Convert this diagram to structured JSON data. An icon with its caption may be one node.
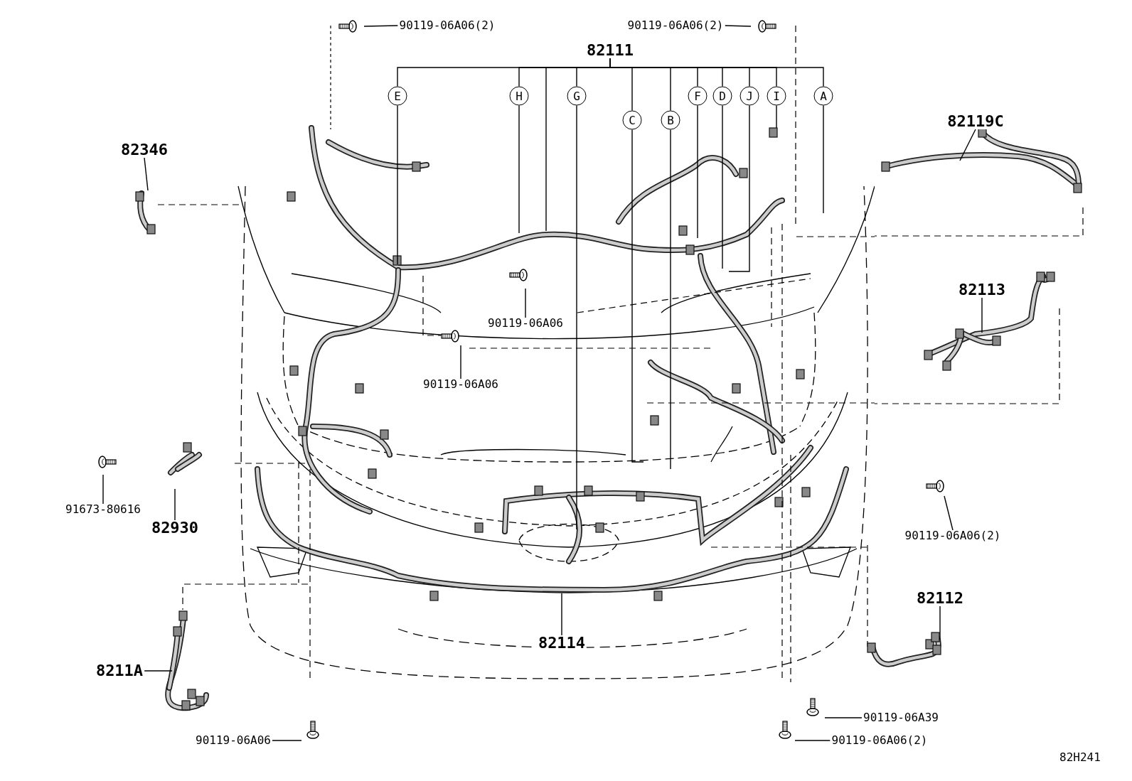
{
  "diagram": {
    "nodes": [
      {
        "text": [
          "82111"
        ]
      },
      {
        "text": [
          "E"
        ]
      },
      {
        "text": [
          "H"
        ]
      },
      {
        "text": [
          "G"
        ]
      },
      {
        "text": [
          "C"
        ]
      },
      {
        "text": [
          "B"
        ]
      },
      {
        "text": [
          "F"
        ]
      },
      {
        "text": [
          "D"
        ]
      },
      {
        "text": [
          "J"
        ]
      },
      {
        "text": [
          "I"
        ]
      },
      {
        "text": [
          "A"
        ]
      },
      {
        "text": [
          "82346"
        ]
      },
      {
        "text": [
          "82119C"
        ]
      },
      {
        "text": [
          "82113"
        ]
      },
      {
        "text": [
          "90119-06A06(2)"
        ]
      },
      {
        "text": [
          "90119-06A06(2)"
        ]
      },
      {
        "text": [
          "90119-06A06"
        ]
      },
      {
        "text": [
          "90119-06A06"
        ]
      },
      {
        "text": [
          "91673-80616"
        ]
      },
      {
        "text": [
          "82930"
        ]
      },
      {
        "text": [
          "8211A"
        ]
      },
      {
        "text": [
          "82114"
        ]
      },
      {
        "text": [
          "82112"
        ]
      },
      {
        "text": [
          "90119-06A06(2)"
        ]
      },
      {
        "text": [
          "90119-06A39"
        ]
      },
      {
        "text": [
          "90119-06A06(2)"
        ]
      },
      {
        "text": [
          "90119-06A06"
        ]
      }
    ],
    "edges": [
      {
        "from": 0,
        "to": 1,
        "arrow": "none"
      },
      {
        "from": 0,
        "to": 2,
        "arrow": "none"
      },
      {
        "from": 0,
        "to": 3,
        "arrow": "none"
      },
      {
        "from": 0,
        "to": 4,
        "arrow": "none"
      },
      {
        "from": 0,
        "to": 5,
        "arrow": "none"
      },
      {
        "from": 0,
        "to": 6,
        "arrow": "none"
      },
      {
        "from": 0,
        "to": 7,
        "arrow": "none"
      },
      {
        "from": 0,
        "to": 8,
        "arrow": "none"
      },
      {
        "from": 0,
        "to": 9,
        "arrow": "none"
      },
      {
        "from": 0,
        "to": 10,
        "arrow": "none"
      },
      {
        "from": 0,
        "to": null,
        "arrow": "none"
      },
      {
        "from": 1,
        "to": null,
        "arrow": "none"
      },
      {
        "from": 2,
        "to": null,
        "arrow": "none"
      },
      {
        "from": 3,
        "to": null,
        "arrow": "none"
      },
      {
        "from": 4,
        "to": null,
        "arrow": "none"
      },
      {
        "from": 5,
        "to": null,
        "arrow": "none"
      },
      {
        "from": 6,
        "to": null,
        "arrow": "none"
      },
      {
        "from": 7,
        "to": null,
        "arrow": "none"
      },
      {
        "from": 8,
        "to": null,
        "arrow": "none"
      },
      {
        "from": 9,
        "to": null,
        "arrow": "none"
      },
      {
        "from": 10,
        "to": null,
        "arrow": "none"
      },
      {
        "from": 11,
        "to": null,
        "arrow": "none"
      },
      {
        "from": 12,
        "to": null,
        "arrow": "none"
      },
      {
        "from": 13,
        "to": null,
        "arrow": "none"
      },
      {
        "from": 14,
        "to": null,
        "arrow": "none"
      },
      {
        "from": 15,
        "to": null,
        "arrow": "none"
      },
      {
        "from": 16,
        "to": null,
        "arrow": "none"
      },
      {
        "from": 17,
        "to": null,
        "arrow": "none"
      },
      {
        "from": 18,
        "to": null,
        "arrow": "none"
      },
      {
        "from": 19,
        "to": null,
        "arrow": "none"
      },
      {
        "from": 20,
        "to": null,
        "arrow": "none"
      },
      {
        "from": 21,
        "to": null,
        "arrow": "none"
      },
      {
        "from": 22,
        "to": null,
        "arrow": "none"
      },
      {
        "from": 23,
        "to": null,
        "arrow": "none"
      },
      {
        "from": 24,
        "to": null,
        "arrow": "none"
      },
      {
        "from": 25,
        "to": null,
        "arrow": "none"
      },
      {
        "from": 26,
        "to": null,
        "arrow": "none"
      }
    ],
    "labels": [
      "82H241"
    ]
  }
}
